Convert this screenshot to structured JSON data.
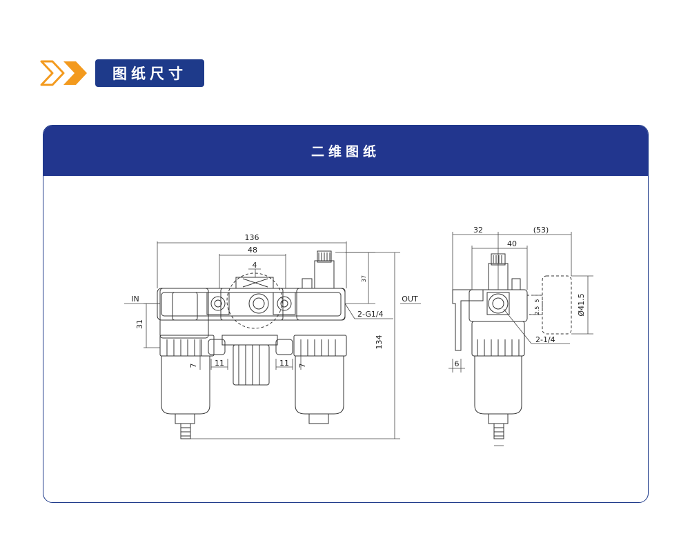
{
  "colors": {
    "brand_blue": "#1e3a8a",
    "header_blue": "#22368e",
    "accent_orange": "#f39a1e",
    "line": "#333333"
  },
  "header": {
    "title": "图纸尺寸"
  },
  "card": {
    "title": "二维图纸"
  },
  "icons": {
    "chevron_outline": "chevron-right-outline-icon",
    "chevron_solid": "chevron-right-solid-icon"
  },
  "drawing": {
    "front": {
      "width_total": "136",
      "width_center": "48",
      "width_small": "4",
      "height_total": "134",
      "height_gauge": "37",
      "height_port": "31",
      "gap_left": "11",
      "gap_right": "11",
      "bowl_left": "7",
      "bowl_right": "7",
      "port_label": "2-G1/4",
      "inlet": "IN",
      "outlet": "OUT"
    },
    "side": {
      "depth_left": "32",
      "depth_right": "(53)",
      "depth_inner": "40",
      "gauge_dia": "Ø41.5",
      "port_label": "2-1/4",
      "bracket": "6",
      "small_a": "5",
      "small_b": "2.5"
    }
  }
}
